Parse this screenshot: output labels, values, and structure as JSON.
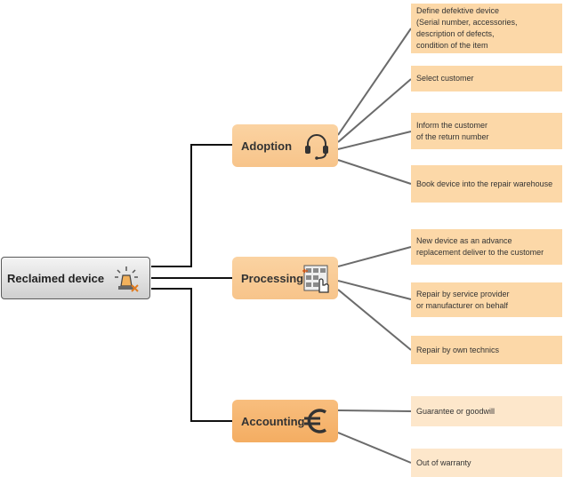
{
  "root": {
    "label": "Reclaimed device",
    "icon": "alarm-beacon-icon"
  },
  "branches": [
    {
      "label": "Adoption",
      "icon": "headset-icon"
    },
    {
      "label": "Processing",
      "icon": "warehouse-pick-icon"
    },
    {
      "label": "Accounting",
      "icon": "euro-icon"
    }
  ],
  "leaves": [
    {
      "text": "Define defektive device\n(Serial number, accessories,\ndescription of defects,\ncondition of the item"
    },
    {
      "text": "Select customer"
    },
    {
      "text": "Inform the customer\nof the return number"
    },
    {
      "text": "Book device into the repair warehouse"
    },
    {
      "text": "New device as an advance\nreplacement deliver to the customer"
    },
    {
      "text": "Repair by service provider\nor manufacturer on behalf"
    },
    {
      "text": "Repair by own technics"
    },
    {
      "text": "Guarantee or goodwill"
    },
    {
      "text": "Out of warranty"
    }
  ],
  "colors": {
    "branch": "#fbd3a2",
    "branch_alt": "#f4ad62",
    "leaf": "#fcd8a8",
    "leaf_light": "#fde7cb",
    "line": "#6b6b6b"
  }
}
